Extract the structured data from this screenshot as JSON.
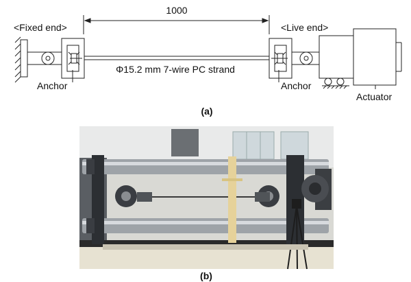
{
  "diagram": {
    "dimension_label": "1000",
    "fixed_end_label": "<Fixed end>",
    "live_end_label": "<Live end>",
    "strand_label": "Φ15.2 mm 7-wire PC strand",
    "anchor_left_label": "Anchor",
    "anchor_right_label": "Anchor",
    "actuator_label": "Actuator",
    "caption_a": "(a)"
  },
  "photo": {
    "caption_b": "(b)"
  }
}
